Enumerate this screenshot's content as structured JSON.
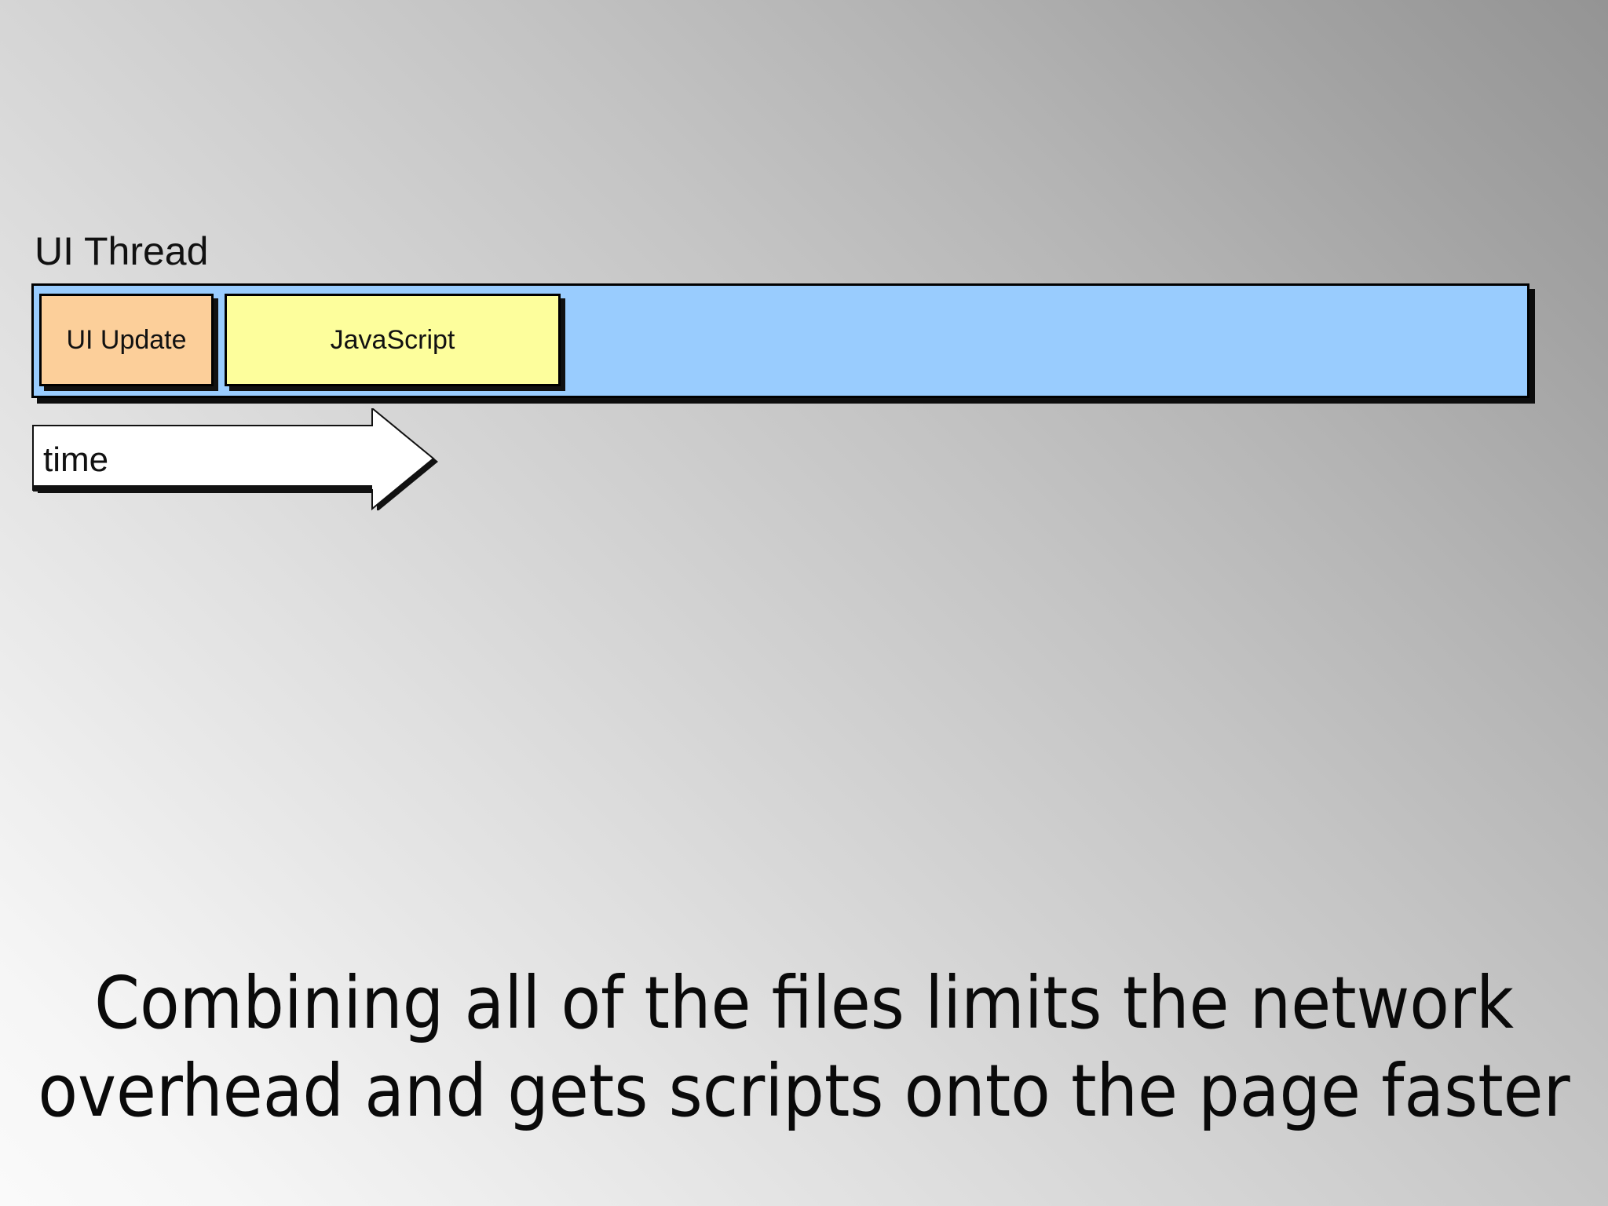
{
  "slide": {
    "background": {
      "gradient_from": "#949494",
      "gradient_to": "#fafafa",
      "direction": "top-right to bottom-left"
    }
  },
  "diagram": {
    "thread_label": "UI Thread",
    "bar": {
      "color": "#99ccfe",
      "border_color": "#000000",
      "segments": [
        {
          "label": "UI Update",
          "color": "#fccf9a"
        },
        {
          "label": "JavaScript",
          "color": "#fdfe9c"
        }
      ]
    },
    "axis": {
      "label": "time",
      "arrow_icon": "right-arrow-icon",
      "fill": "#ffffff",
      "outline": "#000000"
    }
  },
  "caption": {
    "lines": [
      "Combining all of the files limits the network",
      "overhead and gets scripts onto the page faster"
    ],
    "full_text": "Combining all of the files limits the network overhead and gets scripts onto the page faster"
  }
}
